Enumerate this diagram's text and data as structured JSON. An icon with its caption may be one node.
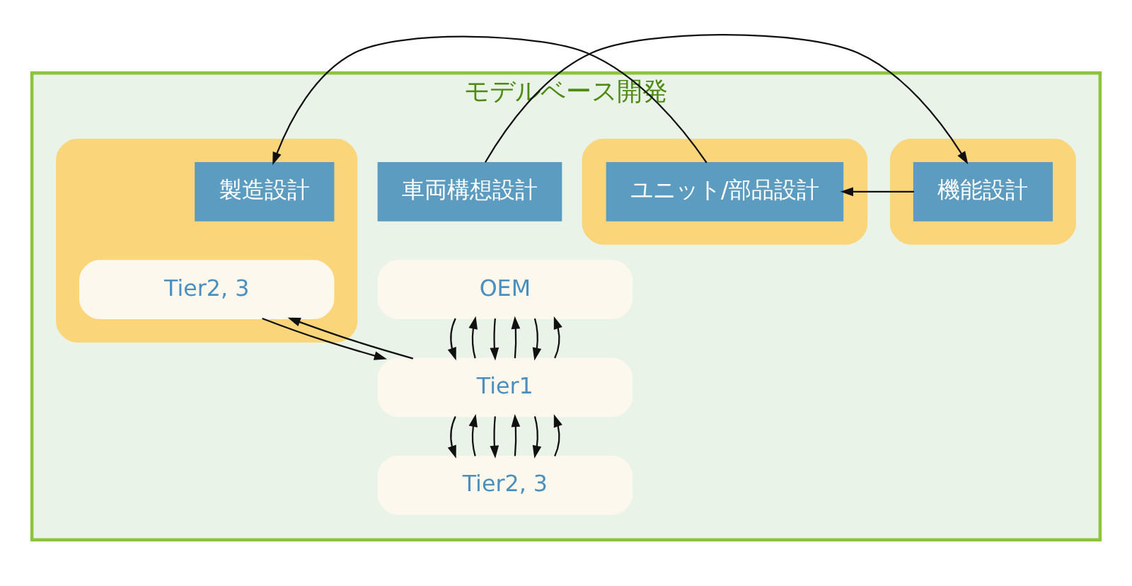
{
  "diagram": {
    "nodes": [
      {
        "text": [
          "モデルベース開発"
        ]
      },
      {
        "text": [
          "車両構想設計"
        ],
        "in": 0
      },
      {
        "text": [],
        "shape": "box",
        "in": 0
      },
      {
        "text": [
          "機能設計"
        ],
        "in": 2
      },
      {
        "text": [],
        "shape": "box",
        "in": 0
      },
      {
        "text": [
          "ユニット/部品設計"
        ],
        "in": 4
      },
      {
        "text": [],
        "shape": "box",
        "in": 0
      },
      {
        "text": [
          "製造設計"
        ],
        "in": 6
      },
      {
        "text": [
          "OEM"
        ],
        "in": 0
      },
      {
        "text": [
          "Tier1"
        ],
        "in": 0
      },
      {
        "text": [
          "Tier2, 3"
        ],
        "in": 0
      },
      {
        "text": [
          "Tier2, 3"
        ],
        "in": 6
      }
    ],
    "edges": [
      {
        "from": 1,
        "to": 3,
        "arrow": "to"
      },
      {
        "from": 3,
        "to": 5,
        "arrow": "to"
      },
      {
        "from": 5,
        "to": 7,
        "arrow": "to"
      },
      {
        "from": 8,
        "to": 9,
        "arrow": "to"
      },
      {
        "from": 9,
        "to": 8,
        "arrow": "to"
      },
      {
        "from": 8,
        "to": 9,
        "arrow": "to"
      },
      {
        "from": 9,
        "to": 8,
        "arrow": "to"
      },
      {
        "from": 8,
        "to": 9,
        "arrow": "to"
      },
      {
        "from": 9,
        "to": 8,
        "arrow": "to"
      },
      {
        "from": 9,
        "to": 10,
        "arrow": "to"
      },
      {
        "from": 10,
        "to": 9,
        "arrow": "to"
      },
      {
        "from": 9,
        "to": 10,
        "arrow": "to"
      },
      {
        "from": 10,
        "to": 9,
        "arrow": "to"
      },
      {
        "from": 9,
        "to": 10,
        "arrow": "to"
      },
      {
        "from": 10,
        "to": 9,
        "arrow": "to"
      },
      {
        "from": 9,
        "to": 11,
        "arrow": "to"
      },
      {
        "from": 11,
        "to": 9,
        "arrow": "to"
      }
    ]
  }
}
